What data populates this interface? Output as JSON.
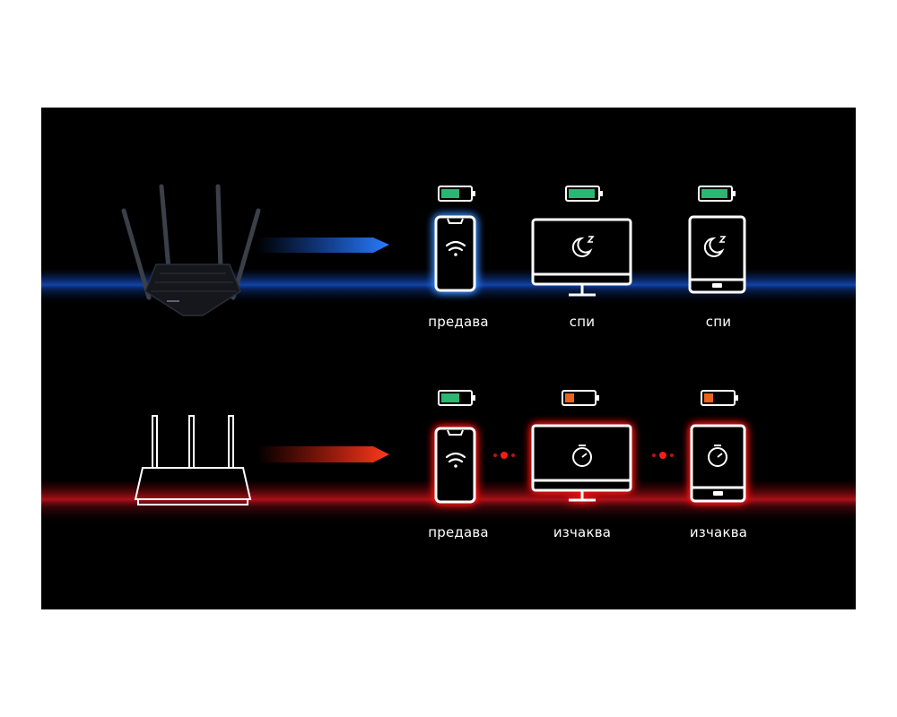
{
  "colors": {
    "background": "#000000",
    "blue_accent": "#1e6bff",
    "red_accent": "#ff2010",
    "battery_full": "#2bb673",
    "battery_low": "#e8641e",
    "outline": "#ffffff"
  },
  "top_row": {
    "router": "router-four-antennas-icon",
    "devices": [
      {
        "icon": "smartphone-wifi-icon",
        "battery": "full",
        "label": "предава"
      },
      {
        "icon": "monitor-sleep-icon",
        "battery": "full",
        "label": "спи"
      },
      {
        "icon": "tablet-sleep-icon",
        "battery": "full",
        "label": "спи"
      }
    ]
  },
  "bottom_row": {
    "router": "router-three-antennas-icon",
    "devices": [
      {
        "icon": "smartphone-wifi-icon",
        "battery": "full",
        "label": "предава"
      },
      {
        "icon": "monitor-stopwatch-icon",
        "battery": "low",
        "label": "изчаква"
      },
      {
        "icon": "tablet-stopwatch-icon",
        "battery": "low",
        "label": "изчаква"
      }
    ]
  }
}
